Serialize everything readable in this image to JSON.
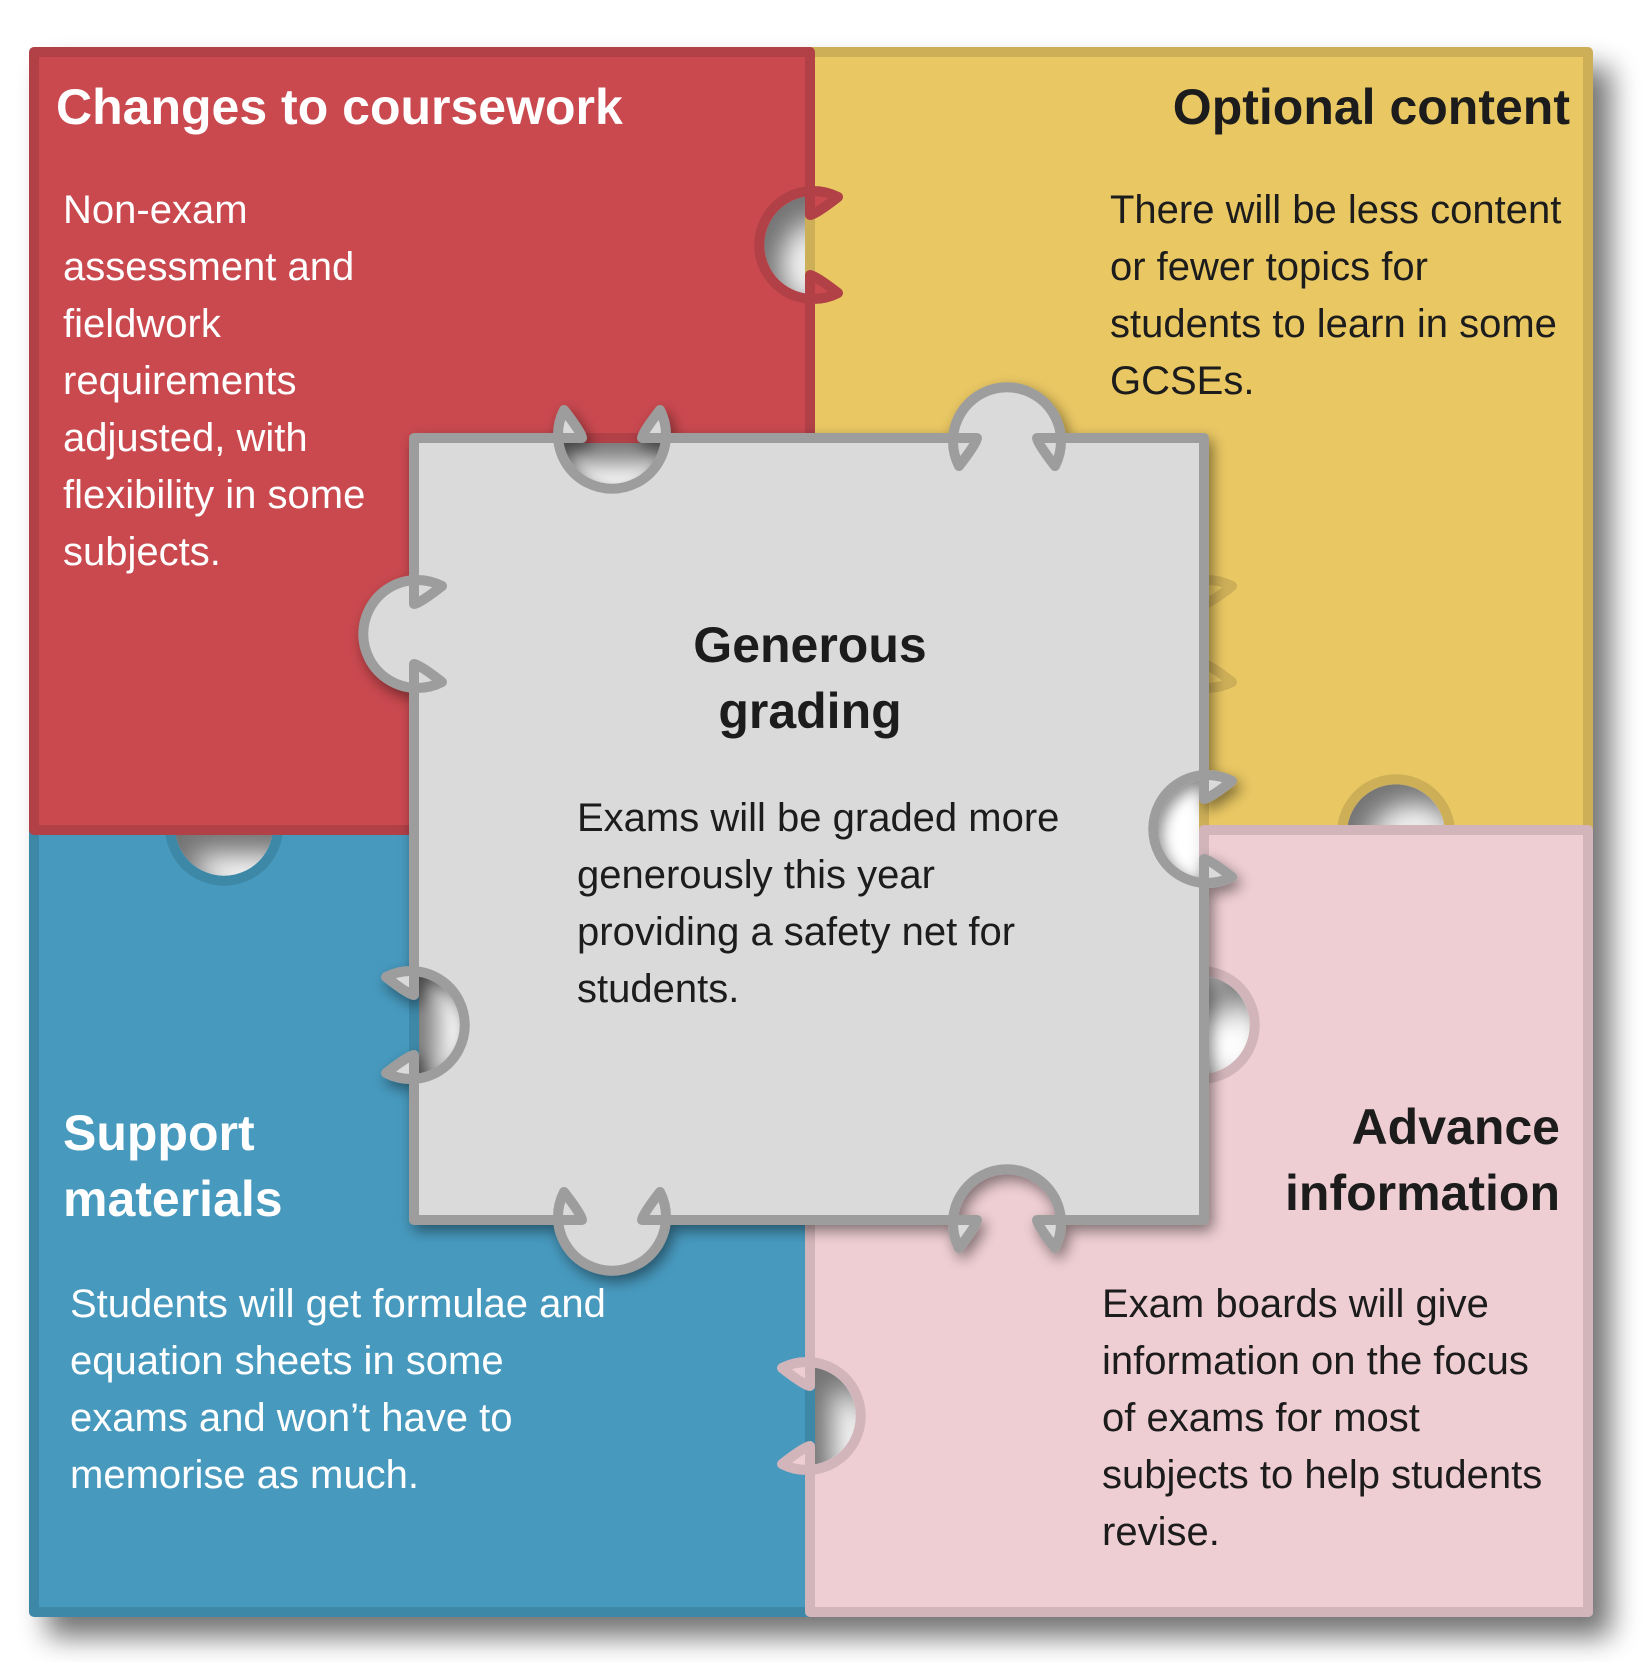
{
  "pieces": {
    "top_left": {
      "title": "Changes to coursework",
      "body": "Non-exam assessment and fieldwork requirements adjusted, with flexibility in some subjects.",
      "color": "#C94A50"
    },
    "top_right": {
      "title": "Optional content",
      "body": "There will be less content or fewer topics for students to learn in some GCSEs.",
      "color": "#E9C764"
    },
    "bottom_left": {
      "title": "Support materials",
      "body": "Students will get formulae and equation sheets in some exams and won’t have to memorise as much.",
      "color": "#4699BE"
    },
    "bottom_right": {
      "title": "Advance information",
      "body": "Exam boards will give information on the focus of exams for most subjects to help students revise.",
      "color": "#EECED3"
    },
    "center": {
      "title": "Generous grading",
      "body": "Exams will be graded more generously this year providing a safety net for students.",
      "color": "#DADADA"
    }
  }
}
